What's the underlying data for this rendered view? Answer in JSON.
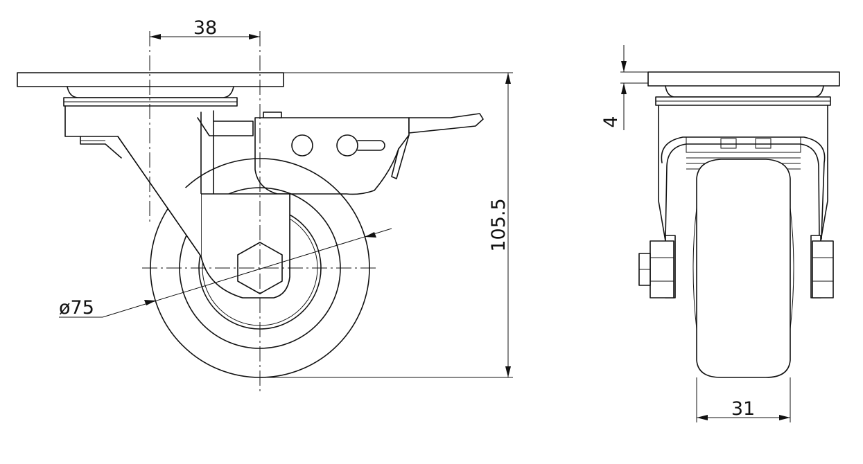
{
  "drawing": {
    "views": [
      "side view",
      "front view"
    ],
    "dimensions": {
      "offset": "38",
      "height": "105.5",
      "wheel_diameter": "ø75",
      "plate_thickness": "4",
      "wheel_width": "31"
    }
  },
  "colors": {
    "line": "#111111",
    "background": "#ffffff"
  }
}
